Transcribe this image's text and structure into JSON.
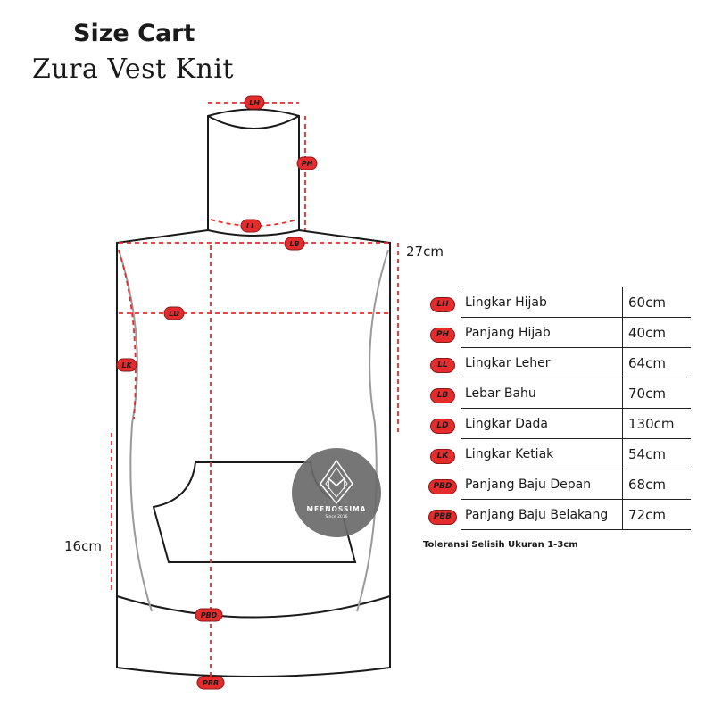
{
  "header": {
    "title": "Size Cart",
    "subtitle": "Zura Vest Knit"
  },
  "diagram_labels": {
    "lh": "LH",
    "ph": "PH",
    "ll": "LL",
    "lb": "LB",
    "ld": "LD",
    "lk": "LK",
    "pbd": "PBD",
    "pbb": "PBB"
  },
  "side_measurements": {
    "upper": "27cm",
    "lower": "16cm"
  },
  "size_table": [
    {
      "code": "LH",
      "label": "Lingkar Hijab",
      "value": "60cm"
    },
    {
      "code": "PH",
      "label": "Panjang Hijab",
      "value": "40cm"
    },
    {
      "code": "LL",
      "label": "Lingkar Leher",
      "value": "64cm"
    },
    {
      "code": "LB",
      "label": "Lebar Bahu",
      "value": "70cm"
    },
    {
      "code": "LD",
      "label": "Lingkar Dada",
      "value": "130cm"
    },
    {
      "code": "LK",
      "label": "Lingkar Ketiak",
      "value": "54cm"
    },
    {
      "code": "PBD",
      "label": "Panjang Baju Depan",
      "value": "68cm"
    },
    {
      "code": "PBB",
      "label": "Panjang Baju Belakang",
      "value": "72cm"
    }
  ],
  "tolerance_note": "Toleransi Selisih Ukuran 1-3cm",
  "logo": {
    "name": "MEENOSSIMA",
    "tagline": "Since 2016"
  },
  "colors": {
    "accent_red": "#e52b2b",
    "outline": "#1a1a1a",
    "logo_gray": "#6b6b6b"
  }
}
